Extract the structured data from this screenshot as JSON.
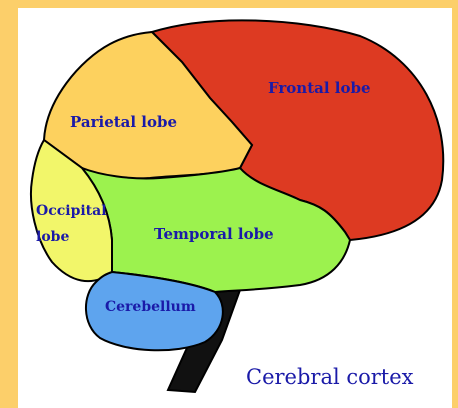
{
  "diagram": {
    "regions": [
      {
        "id": "frontal",
        "label_lines": [
          "Frontal lobe"
        ],
        "color": "#dd3a22"
      },
      {
        "id": "parietal",
        "label_lines": [
          "Parietal lobe"
        ],
        "color": "#fdd15e"
      },
      {
        "id": "occipital",
        "label_lines": [
          "Occipital",
          "lobe"
        ],
        "color": "#f2f66a"
      },
      {
        "id": "temporal",
        "label_lines": [
          "Temporal lobe"
        ],
        "color": "#9cf24e"
      },
      {
        "id": "cerebellum",
        "label_lines": [
          "Cerebellum"
        ],
        "color": "#5ea4ee"
      }
    ],
    "brainstem_color": "#111111",
    "outline_color": "#000000",
    "caption": "Cerebral cortex",
    "background_color": "#fccf6a",
    "canvas_color": "#ffffff"
  }
}
